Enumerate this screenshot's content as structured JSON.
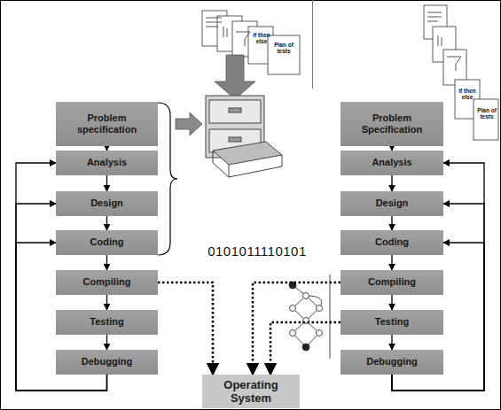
{
  "diagram": {
    "nodes": [
      {
        "text": [
          "Problem specification"
        ]
      },
      {
        "text": [
          "Analysis"
        ]
      },
      {
        "text": [
          "Design"
        ]
      },
      {
        "text": [
          "Coding"
        ]
      },
      {
        "text": [
          "Compiling"
        ]
      },
      {
        "text": [
          "Testing"
        ]
      },
      {
        "text": [
          "Debugging"
        ]
      },
      {
        "text": [
          "Problem Specification"
        ]
      },
      {
        "text": [
          "Analysis"
        ]
      },
      {
        "text": [
          "Design"
        ]
      },
      {
        "text": [
          "Coding"
        ]
      },
      {
        "text": [
          "Compiling"
        ]
      },
      {
        "text": [
          "Testing"
        ]
      },
      {
        "text": [
          "Debugging"
        ]
      },
      {
        "text": [
          "Operating System"
        ]
      }
    ],
    "edges": [
      {
        "from": 0,
        "to": 1,
        "arrow": "to"
      },
      {
        "from": 1,
        "to": 2,
        "arrow": "to"
      },
      {
        "from": 2,
        "to": 3,
        "arrow": "to"
      },
      {
        "from": 3,
        "to": 4,
        "arrow": "to"
      },
      {
        "from": 4,
        "to": 5,
        "arrow": "to"
      },
      {
        "from": 5,
        "to": 6,
        "arrow": "to"
      },
      {
        "from": 6,
        "to": 1,
        "arrow": "to"
      },
      {
        "from": 6,
        "to": 2,
        "arrow": "to"
      },
      {
        "from": 6,
        "to": 3,
        "arrow": "to"
      },
      {
        "from": 7,
        "to": 8,
        "arrow": "to"
      },
      {
        "from": 8,
        "to": 9,
        "arrow": "to"
      },
      {
        "from": 9,
        "to": 10,
        "arrow": "to"
      },
      {
        "from": 10,
        "to": 11,
        "arrow": "to"
      },
      {
        "from": 11,
        "to": 12,
        "arrow": "to"
      },
      {
        "from": 12,
        "to": 13,
        "arrow": "to"
      },
      {
        "from": 13,
        "to": 8,
        "arrow": "to"
      },
      {
        "from": 13,
        "to": 9,
        "arrow": "to"
      },
      {
        "from": 13,
        "to": 10,
        "arrow": "to"
      },
      {
        "from": 4,
        "to": 14,
        "arrow": "to"
      },
      {
        "from": 11,
        "to": 14,
        "arrow": "to"
      },
      {
        "from": 12,
        "to": 14,
        "arrow": "to"
      }
    ],
    "labels": [
      "0101011110101",
      "if then else",
      "Plan of tests",
      "if then else",
      "Plan of tests"
    ]
  }
}
